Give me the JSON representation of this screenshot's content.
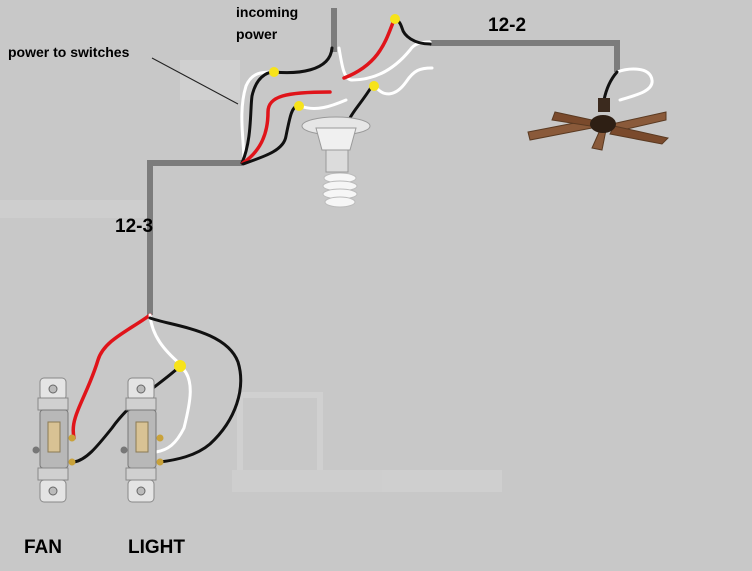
{
  "labels": {
    "incoming_power_line1": "incoming",
    "incoming_power_line2": "power",
    "power_to_switches": "power to switches",
    "cable_12_2": "12-2",
    "cable_12_3": "12-3",
    "switch_fan": "FAN",
    "switch_light": "LIGHT"
  },
  "colors": {
    "background": "#c8c8c8",
    "cable_gray": "#7c7c7c",
    "wire_black": "#111111",
    "wire_white": "#ffffff",
    "wire_red": "#e0141a",
    "wire_nut_yellow": "#f7e31a",
    "switch_toggle": "#d8c294",
    "fan_blade": "#8a5a3a",
    "bulb_white": "#f2f2f2"
  },
  "icons": {
    "fan_switch": "toggle-switch-icon",
    "light_switch": "toggle-switch-icon",
    "ceiling_fan": "ceiling-fan-icon",
    "light_fixture": "cfl-bulb-icon"
  }
}
